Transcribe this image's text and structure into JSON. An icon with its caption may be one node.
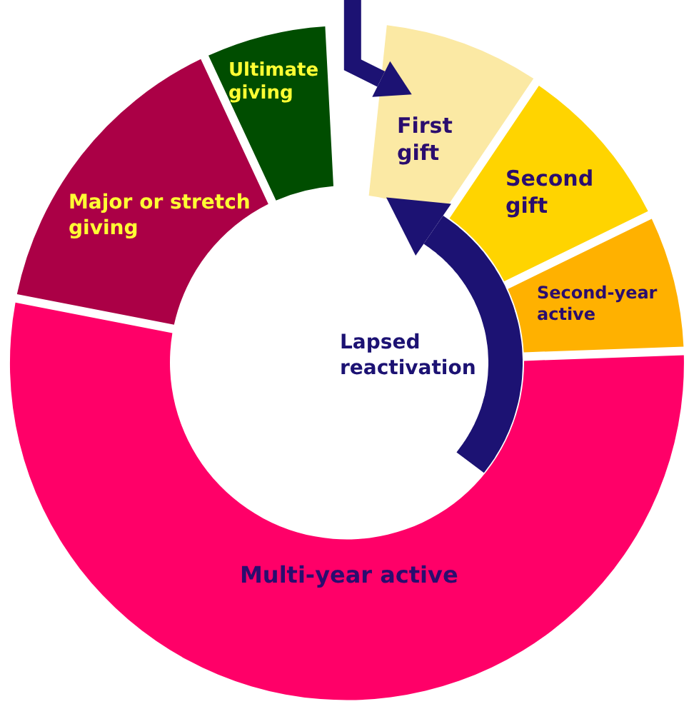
{
  "diagram": {
    "nodes": [
      {
        "text": [
          "First gift"
        ]
      },
      {
        "text": [
          "Second gift"
        ]
      },
      {
        "text": [
          "Second-year active"
        ]
      },
      {
        "text": [
          "Multi-year active"
        ]
      },
      {
        "text": [
          "Major or stretch giving"
        ]
      },
      {
        "text": [
          "Ultimate giving"
        ]
      }
    ],
    "edges": [
      {
        "from": null,
        "to": 0,
        "arrow": "to"
      },
      {
        "from": 3,
        "to": 0,
        "arrow": "to",
        "label": "Lapsed reactivation",
        "style": "thick"
      }
    ]
  }
}
